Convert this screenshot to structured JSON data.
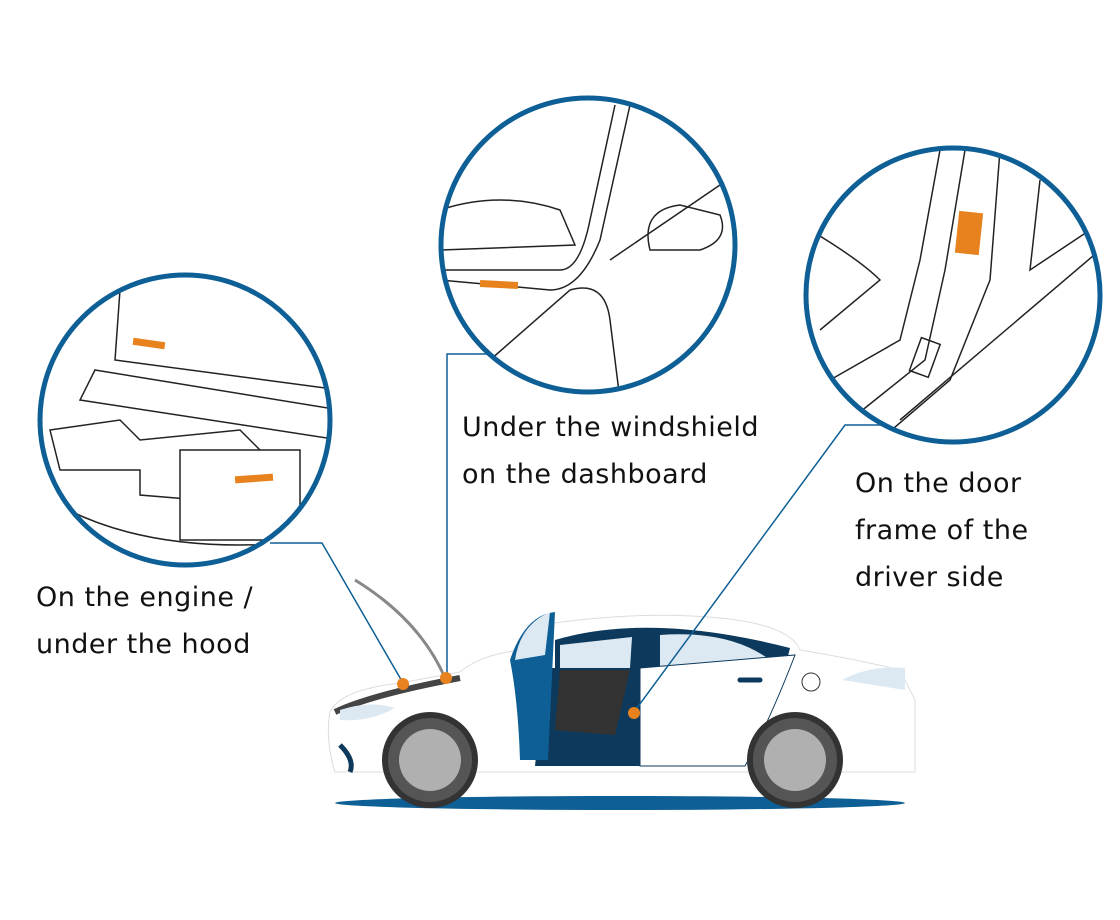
{
  "locations": [
    {
      "id": "engine",
      "lines": [
        "On the engine /",
        "under the hood"
      ]
    },
    {
      "id": "windshield",
      "lines": [
        "Under the windshield",
        "on the dashboard"
      ]
    },
    {
      "id": "door",
      "lines": [
        "On the door",
        "frame of the",
        "driver side"
      ]
    }
  ],
  "colors": {
    "accent": "#0e5f96",
    "marker": "#e8821e",
    "dark": "#0d3a5c",
    "outline": "#222222"
  }
}
